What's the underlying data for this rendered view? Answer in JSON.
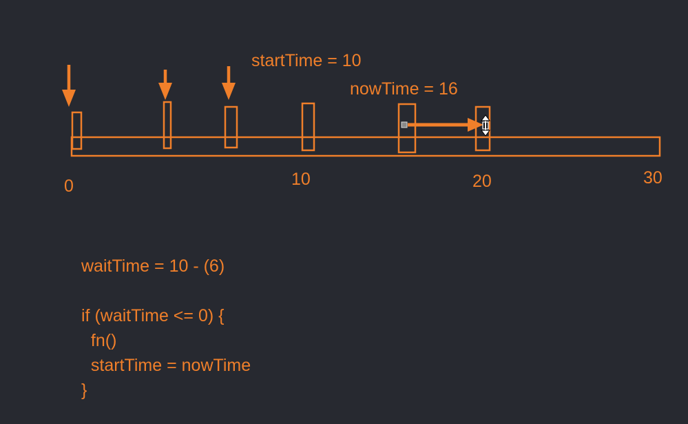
{
  "colors": {
    "background": "#272930",
    "accent": "#f07f2a",
    "cursor": "#ffffff"
  },
  "labels": {
    "start_time": "startTime = 10",
    "now_time": "nowTime = 16"
  },
  "axis": {
    "ticks": [
      "0",
      "10",
      "20",
      "30"
    ]
  },
  "code": {
    "lines": [
      "waitTime = 10 - (6)",
      "",
      "if (waitTime <= 0) {",
      "  fn()",
      "  startTime = nowTime",
      "}"
    ]
  },
  "icons": {
    "down_arrows": [
      "down-arrow-icon",
      "down-arrow-icon",
      "down-arrow-icon"
    ],
    "right_arrow": "right-arrow-icon",
    "cursor": "resize-cursor-icon"
  }
}
